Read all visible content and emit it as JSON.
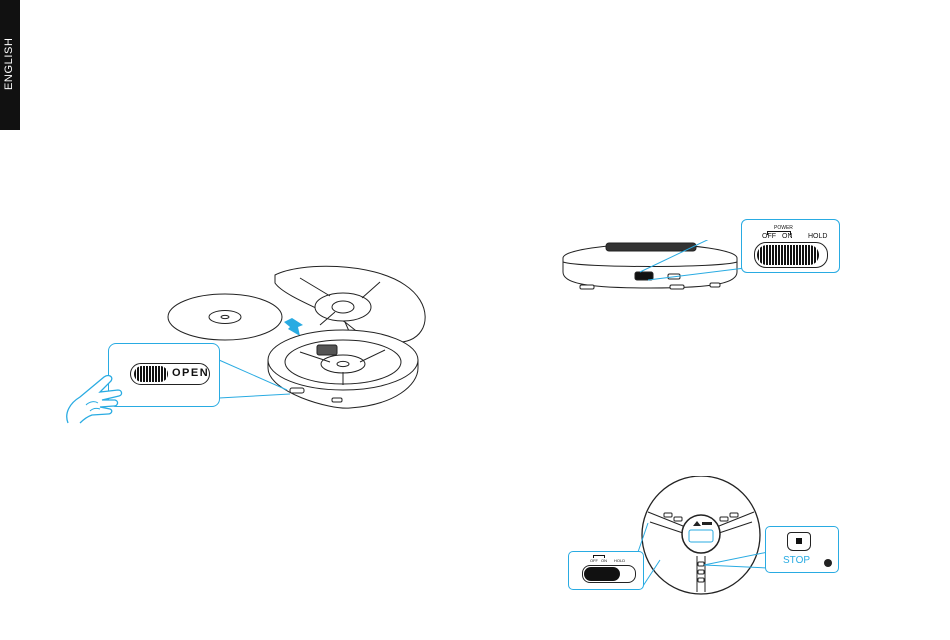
{
  "page": {
    "language_tab": "ENGLISH"
  },
  "figure_open": {
    "switch_label": "OPEN"
  },
  "figure_power": {
    "power_label": "POWER",
    "off_label": "OFF",
    "on_label": "ON",
    "hold_label": "HOLD"
  },
  "figure_stop": {
    "small_off_label": "OFF",
    "small_on_label": "ON",
    "small_hold_label": "HOLD",
    "stop_label": "STOP"
  },
  "colors": {
    "accent": "#29abe2",
    "line": "#222222",
    "tab_bg": "#111111"
  }
}
